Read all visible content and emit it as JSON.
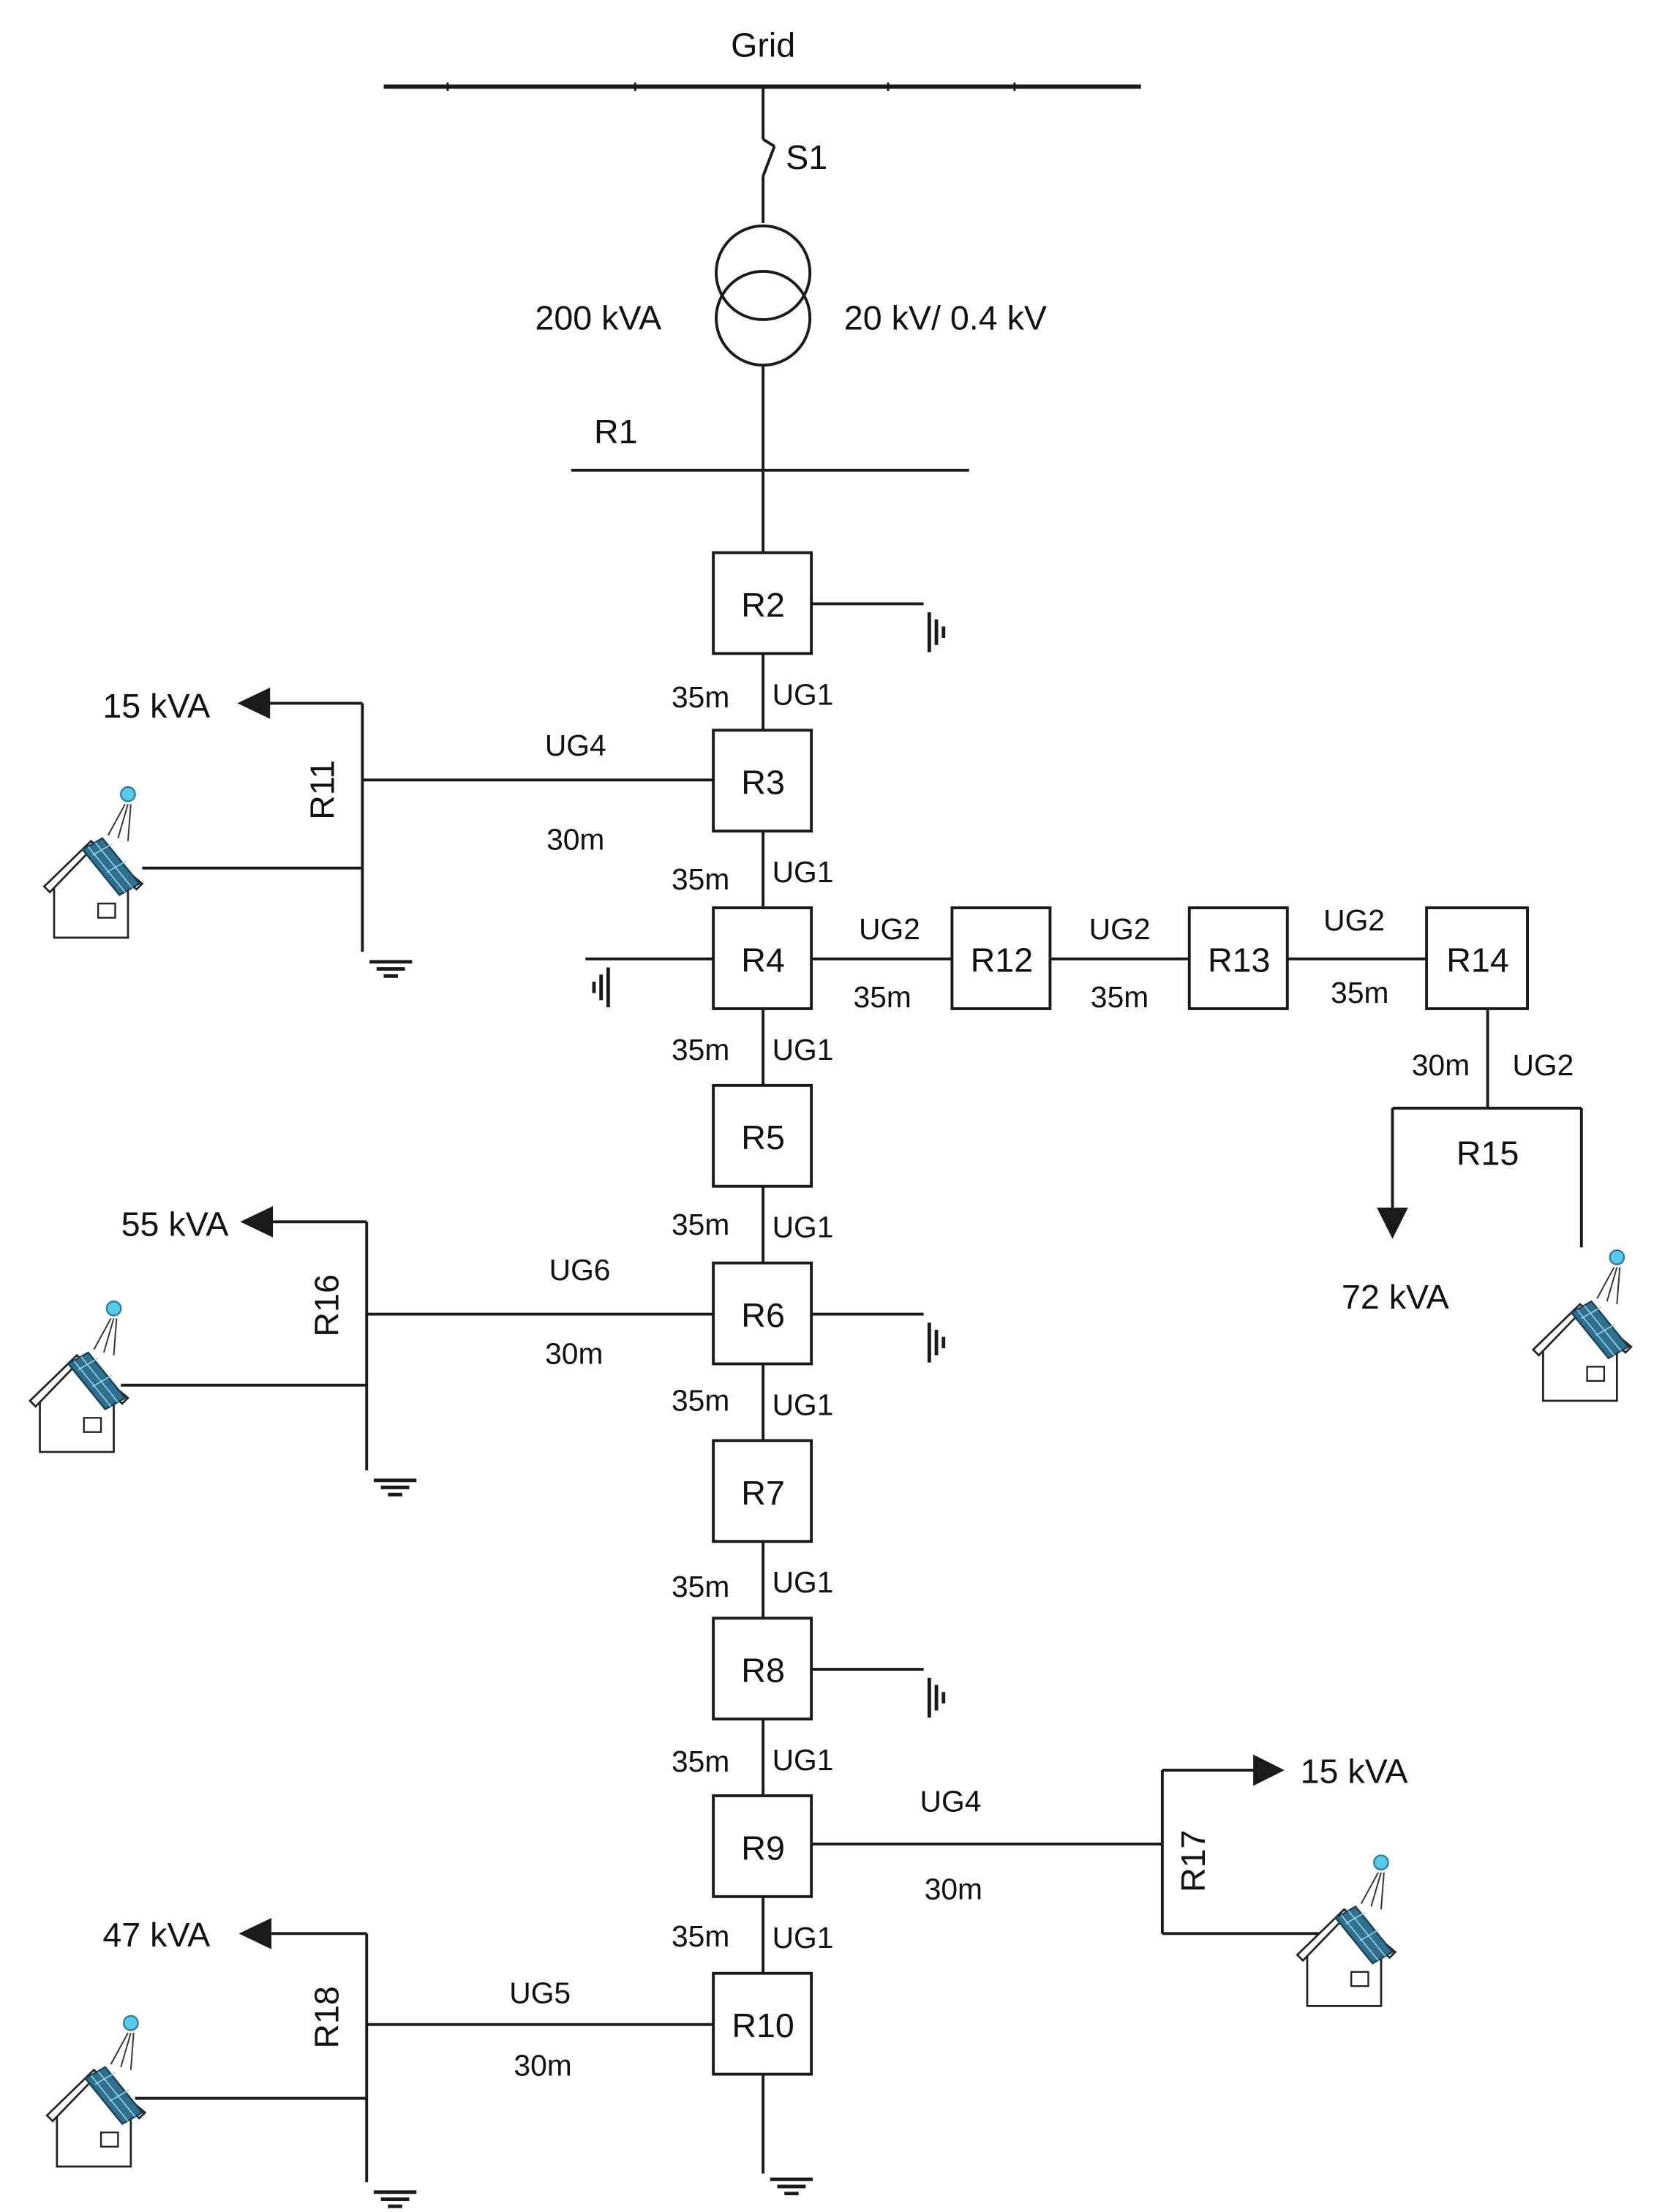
{
  "grid_label": "Grid",
  "switch_label": "S1",
  "transformer": {
    "rating": "200 kVA",
    "voltage": "20 kV/ 0.4 kV"
  },
  "bus_r1": "R1",
  "main_nodes": [
    "R2",
    "R3",
    "R4",
    "R5",
    "R6",
    "R7",
    "R8",
    "R9",
    "R10"
  ],
  "main_spans": [
    {
      "length": "35m",
      "cable": "UG1"
    },
    {
      "length": "35m",
      "cable": "UG1"
    },
    {
      "length": "35m",
      "cable": "UG1"
    },
    {
      "length": "35m",
      "cable": "UG1"
    },
    {
      "length": "35m",
      "cable": "UG1"
    },
    {
      "length": "35m",
      "cable": "UG1"
    },
    {
      "length": "35m",
      "cable": "UG1"
    },
    {
      "length": "35m",
      "cable": "UG1"
    }
  ],
  "east_branch": {
    "nodes": [
      "R12",
      "R13",
      "R14"
    ],
    "spans": [
      {
        "cable": "UG2",
        "length": "35m"
      },
      {
        "cable": "UG2",
        "length": "35m"
      },
      {
        "cable": "UG2",
        "length": "35m"
      }
    ],
    "drop": {
      "length": "30m",
      "cable": "UG2",
      "node": "R15",
      "load": "72 kVA"
    }
  },
  "laterals": {
    "r11": {
      "node": "R11",
      "cable": "UG4",
      "length": "30m",
      "load": "15 kVA"
    },
    "r16": {
      "node": "R16",
      "cable": "UG6",
      "length": "30m",
      "load": "55 kVA"
    },
    "r17": {
      "node": "R17",
      "cable": "UG4",
      "length": "30m",
      "load": "15 kVA"
    },
    "r18": {
      "node": "R18",
      "cable": "UG5",
      "length": "30m",
      "load": "47 kVA"
    }
  },
  "colors": {
    "line": "#1a1a1a",
    "panel": "#2f6f8f",
    "panel_grid": "#9fd3e6",
    "sun": "#5bc8e8"
  }
}
